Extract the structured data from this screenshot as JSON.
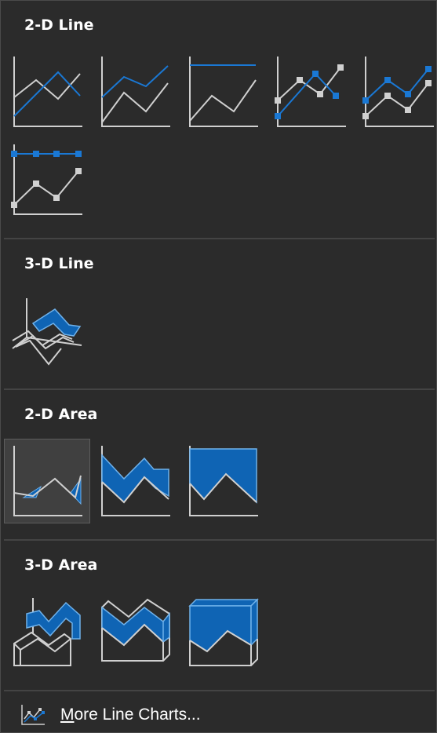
{
  "colors": {
    "accent": "#1a78d4",
    "fill": "#0f64b4",
    "line": "#d0d0d0",
    "background": "#2b2b2b"
  },
  "sections": [
    {
      "title": "2-D Line"
    },
    {
      "title": "3-D Line"
    },
    {
      "title": "2-D Area"
    },
    {
      "title": "3-D Area"
    }
  ],
  "chart_types": {
    "line_2d": [
      "line",
      "stacked-line",
      "100-percent-stacked-line",
      "line-with-markers",
      "stacked-line-with-markers",
      "100-percent-stacked-line-with-markers"
    ],
    "line_3d": [
      "3d-line"
    ],
    "area_2d": [
      "area",
      "stacked-area",
      "100-percent-stacked-area"
    ],
    "area_3d": [
      "3d-area",
      "3d-stacked-area",
      "3d-100-percent-stacked-area"
    ]
  },
  "selected_chart_type": "area",
  "more_link": {
    "underlined_letter": "M",
    "rest": "ore Line Charts...",
    "icon": "line-chart-icon"
  }
}
